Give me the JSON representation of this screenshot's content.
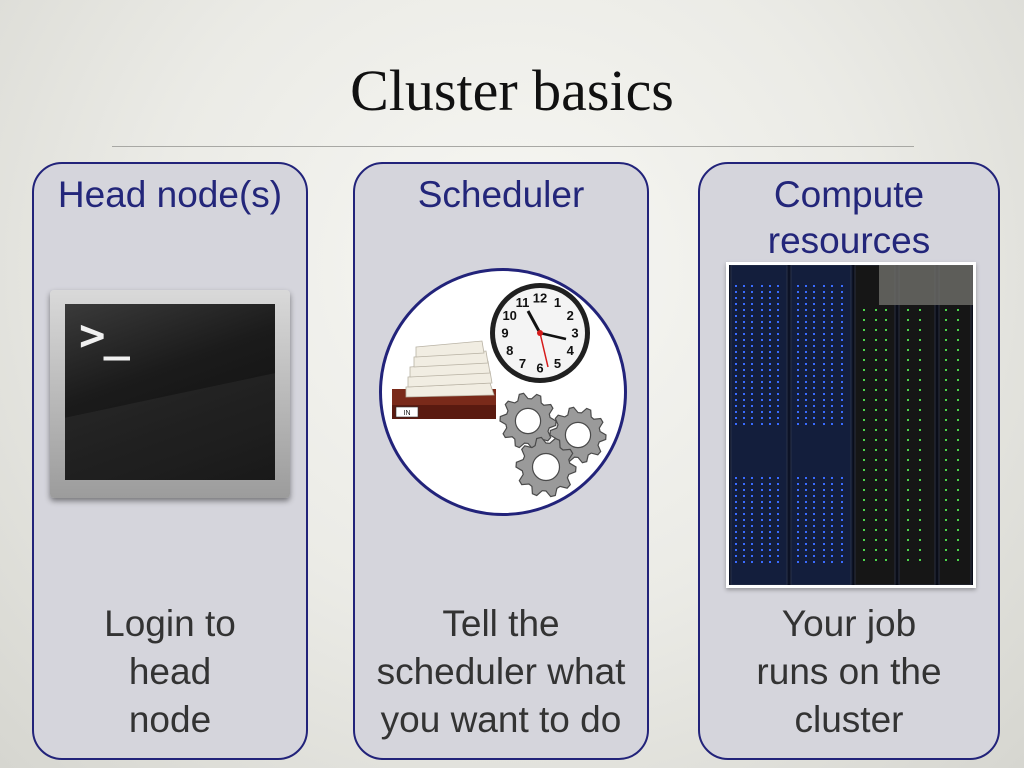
{
  "slide": {
    "title": "Cluster basics"
  },
  "panels": [
    {
      "title_lines": [
        "Head node(s)"
      ],
      "caption_lines": [
        "Login to",
        "head",
        "node"
      ],
      "icon": "terminal-icon",
      "prompt": ">_"
    },
    {
      "title_lines": [
        "Scheduler"
      ],
      "caption_lines": [
        "Tell the",
        "scheduler what",
        "you want to do"
      ],
      "icon": "scheduler-icon",
      "tray_label": "IN",
      "clock_numbers": [
        "12",
        "1",
        "2",
        "3",
        "4",
        "5",
        "6",
        "7",
        "8",
        "9",
        "10",
        "11"
      ]
    },
    {
      "title_lines": [
        "Compute",
        "resources"
      ],
      "caption_lines": [
        "Your job",
        "runs on the",
        "cluster"
      ],
      "icon": "server-racks-image"
    }
  ],
  "colors": {
    "panel_border": "#22237a",
    "panel_fill": "#d5d5dc",
    "panel_title": "#23267a",
    "caption_text": "#333333",
    "rack_led": "#3a6cff",
    "rack_led_green": "#4bd44b"
  }
}
